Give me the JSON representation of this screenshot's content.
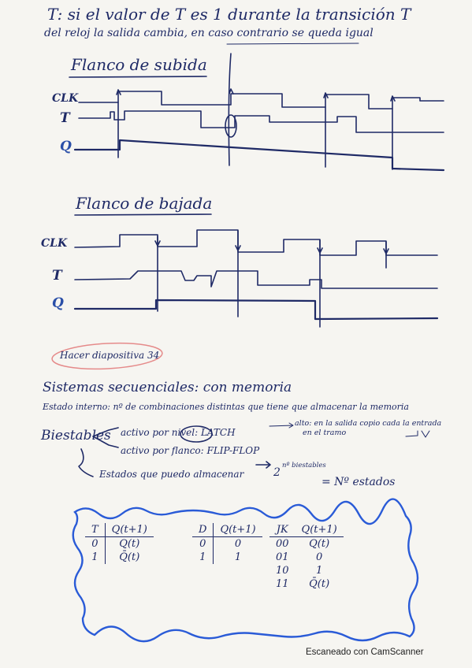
{
  "notes": {
    "line1": "T: si el valor de T es 1 durante la transición T",
    "line2": "del reloj la salida cambia, en caso contrario se queda igual",
    "rising_title": "Flanco de subida",
    "falling_title": "Flanco de bajada",
    "signal_clk": "CLK",
    "signal_t": "T",
    "signal_q": "Q",
    "reminder": "Hacer diapositiva 34",
    "seq_title": "Sistemas secuenciales: con memoria",
    "internal_state": "Estado interno: nº de combinaciones distintas que tiene que almacenar la memoria",
    "flipflops": "Biestables",
    "level": "activo por nivel: LATCH",
    "level_note1": "alto: en la salida copio cada la entrada",
    "level_note2": "en el tramo",
    "edge": "activo por flanco: FLIP-FLOP",
    "states_a": "Estados que puedo almacenar",
    "states_b": "2",
    "states_sup": "nº biestables",
    "states_c": "= Nº estados"
  },
  "tables": {
    "t": {
      "headers": [
        "T",
        "Q(t+1)"
      ],
      "rows": [
        [
          "0",
          "Q(t)"
        ],
        [
          "1",
          "Q̄(t)"
        ]
      ]
    },
    "d": {
      "headers": [
        "D",
        "Q(t+1)"
      ],
      "rows": [
        [
          "0",
          "0"
        ],
        [
          "1",
          "1"
        ]
      ]
    },
    "jk": {
      "headers": [
        "JK",
        "Q(t+1)"
      ],
      "rows": [
        [
          "00",
          "Q(t)"
        ],
        [
          "01",
          "0"
        ],
        [
          "10",
          "1"
        ],
        [
          "11",
          "Q̄(t)"
        ]
      ]
    }
  },
  "footer": "Escaneado con CamScanner",
  "colors": {
    "ink": "#1f2a66",
    "paper": "#f6f5f1",
    "wavy_border": "#2a5bd7",
    "reminder_circle": "#e58a8a"
  }
}
